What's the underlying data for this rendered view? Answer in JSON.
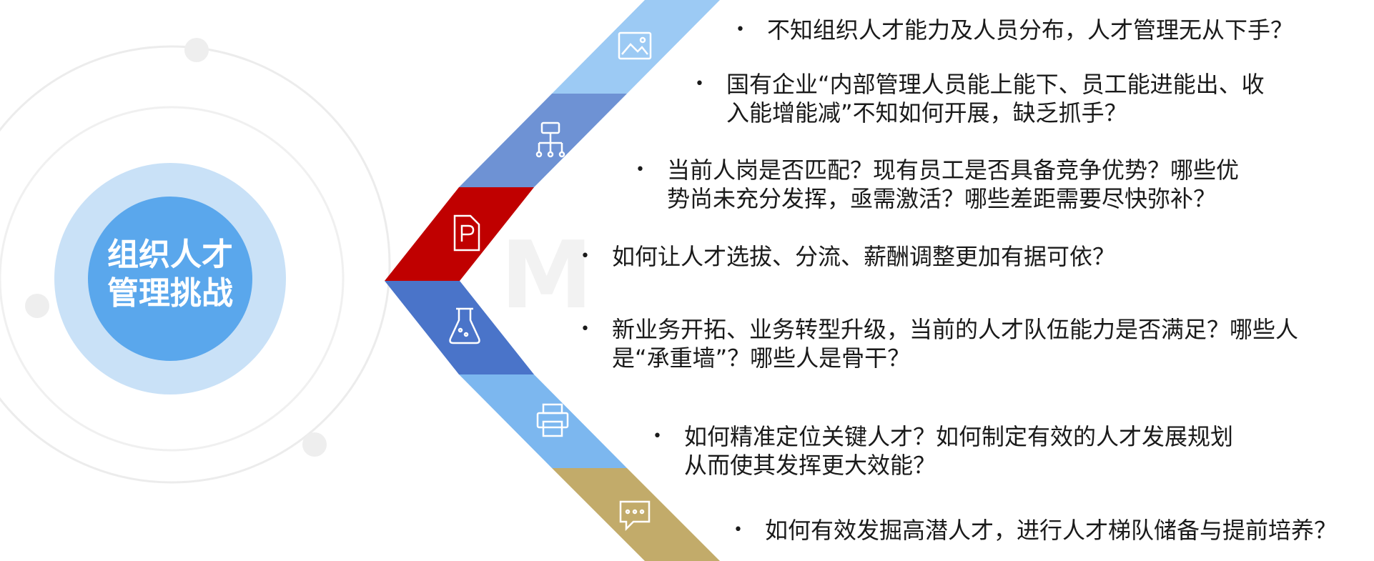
{
  "center": {
    "line1": "组织人才",
    "line2": "管理挑战",
    "outer_color": "#c9e1f7",
    "inner_color": "#5aa7ec"
  },
  "segments": [
    {
      "icon": "image-icon",
      "color": "#9ccaf4"
    },
    {
      "icon": "org-chart-icon",
      "color": "#6e92d4"
    },
    {
      "icon": "powerpoint-file-icon",
      "color": "#c00000"
    },
    {
      "icon": "flask-icon",
      "color": "#4a74c9"
    },
    {
      "icon": "printer-icon",
      "color": "#7cb7ef"
    },
    {
      "icon": "chat-icon",
      "color": "#c2ab6a"
    }
  ],
  "items": [
    {
      "lines": [
        "不知组织人才能力及人员分布，人才管理无从下手？"
      ]
    },
    {
      "lines": [
        "国有企业“内部管理人员能上能下、员工能进能出、收",
        "入能增能减”不知如何开展，缺乏抓手？"
      ]
    },
    {
      "lines": [
        "当前人岗是否匹配？现有员工是否具备竞争优势？哪些优",
        "势尚未充分发挥，亟需激活？哪些差距需要尽快弥补？"
      ]
    },
    {
      "lines": [
        "如何让人才选拔、分流、薪酬调整更加有据可依？"
      ]
    },
    {
      "lines": [
        "新业务开拓、业务转型升级，当前的人才队伍能力是否满足？哪些人",
        "是“承重墙”？哪些人是骨干？"
      ]
    },
    {
      "lines": [
        "如何精准定位关键人才？如何制定有效的人才发展规划",
        "从而使其发挥更大效能？"
      ]
    },
    {
      "lines": [
        "如何有效发掘高潜人才，进行人才梯队储备与提前培养？"
      ]
    }
  ],
  "bullet": "•"
}
